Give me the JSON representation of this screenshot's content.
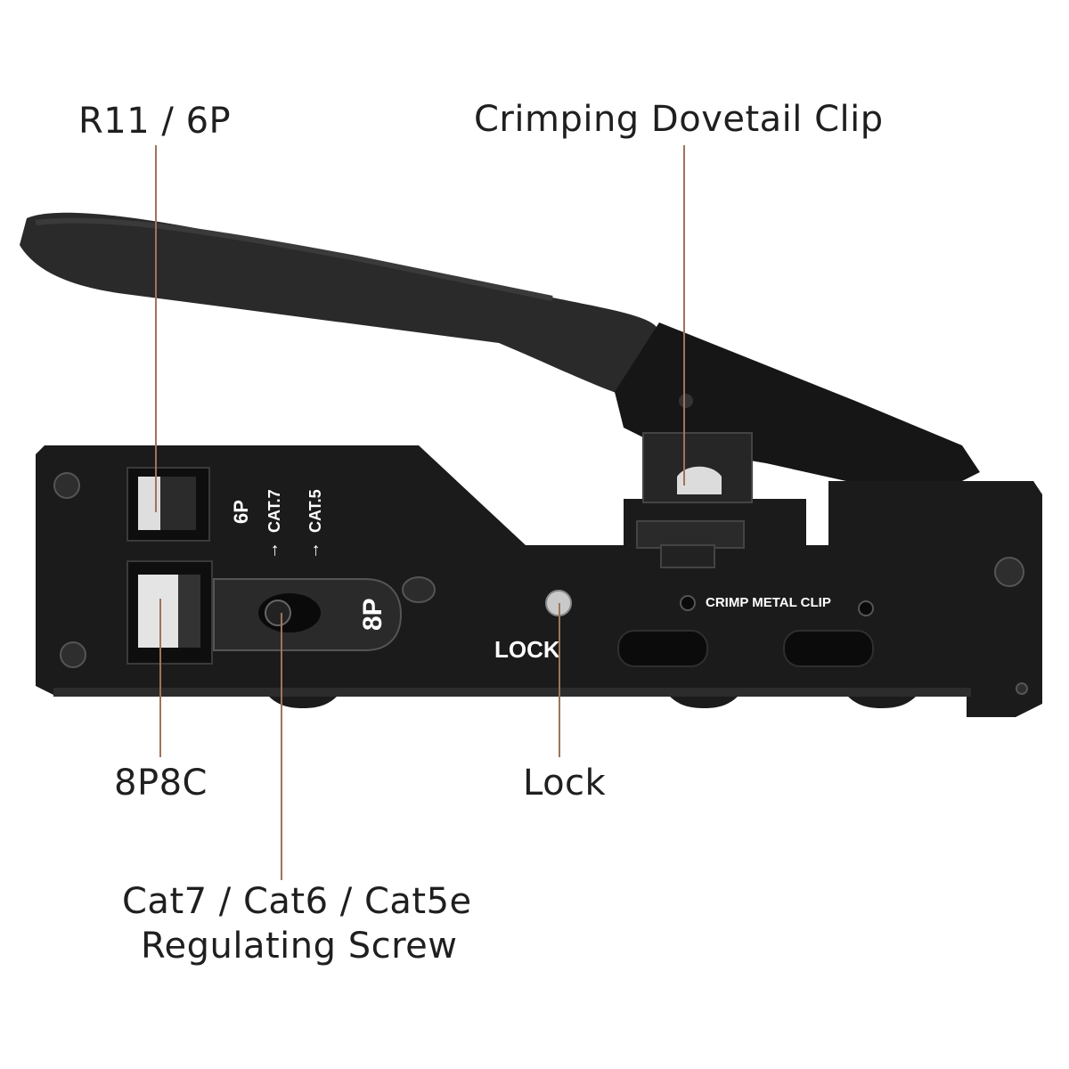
{
  "callouts": {
    "rj11": "R11 / 6P",
    "dovetail": "Crimping Dovetail Clip",
    "port_8p8c": "8P8C",
    "lock": "Lock",
    "screw_line1": "Cat7 / Cat6 / Cat5e",
    "screw_line2": "Regulating Screw"
  },
  "tool_markings": {
    "six_p": "6P",
    "cat7": "CAT.7",
    "cat5": "CAT.5",
    "eight_p": "8P",
    "lock": "LOCK",
    "crimp_metal_clip": "CRIMP METAL CLIP"
  },
  "colors": {
    "leader_line": "#a0735a",
    "tool_body": "#1b1b1b",
    "marking_text": "#ffffff",
    "label_text": "#1f1f1f"
  }
}
